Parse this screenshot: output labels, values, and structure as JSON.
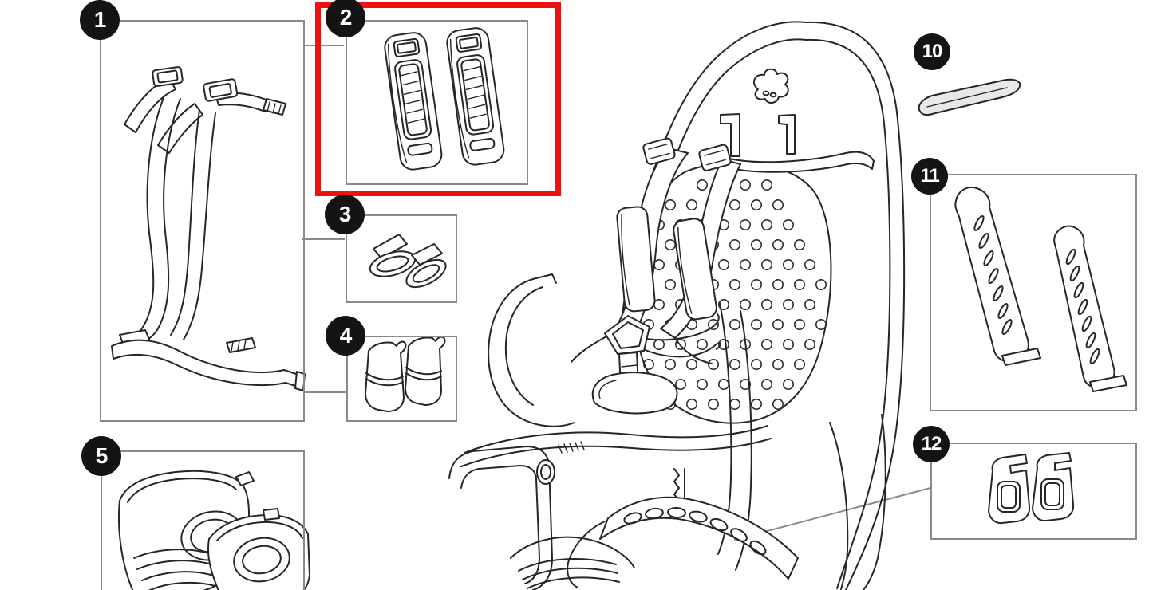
{
  "diagram": {
    "type": "exploded-parts-diagram",
    "central_figure": "child-bike-seat-line-drawing",
    "background": "#ffffff",
    "highlight_color": "#ee1111",
    "box_border_color": "#8a8a8a",
    "line_color": "#262626",
    "badge": {
      "background": "#141414",
      "text_color": "#ffffff"
    },
    "callouts": [
      {
        "number": "1",
        "part": "safety-harness-assembly",
        "highlighted": false
      },
      {
        "number": "2",
        "part": "harness-ratchet-strap-pair",
        "highlighted": true
      },
      {
        "number": "3",
        "part": "strap-end-clip-pair",
        "highlighted": false
      },
      {
        "number": "4",
        "part": "shoulder-pad-pair",
        "highlighted": false
      },
      {
        "number": "5",
        "part": "footrest-pair",
        "highlighted": false
      },
      {
        "number": "10",
        "part": "protection-strip",
        "highlighted": false
      },
      {
        "number": "11",
        "part": "footrest-strap-pair",
        "highlighted": false
      },
      {
        "number": "12",
        "part": "buckle-hook-pair",
        "highlighted": false
      }
    ]
  }
}
